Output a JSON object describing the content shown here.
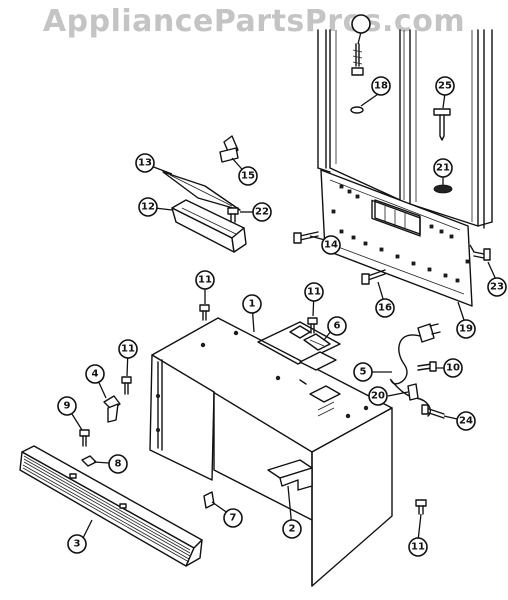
{
  "watermark": "AppliancePartsPros.com",
  "callouts": [
    {
      "id": "c1",
      "label": "1"
    },
    {
      "id": "c2",
      "label": "2"
    },
    {
      "id": "c3",
      "label": "3"
    },
    {
      "id": "c4",
      "label": "4"
    },
    {
      "id": "c5",
      "label": "5"
    },
    {
      "id": "c6",
      "label": "6"
    },
    {
      "id": "c7",
      "label": "7"
    },
    {
      "id": "c8",
      "label": "8"
    },
    {
      "id": "c9",
      "label": "9"
    },
    {
      "id": "c10",
      "label": "10"
    },
    {
      "id": "c11a",
      "label": "11"
    },
    {
      "id": "c11b",
      "label": "11"
    },
    {
      "id": "c11c",
      "label": "11"
    },
    {
      "id": "c11d",
      "label": "11"
    },
    {
      "id": "c12",
      "label": "12"
    },
    {
      "id": "c13",
      "label": "13"
    },
    {
      "id": "c14",
      "label": "14"
    },
    {
      "id": "c15",
      "label": "15"
    },
    {
      "id": "c16",
      "label": "16"
    },
    {
      "id": "c18",
      "label": "18"
    },
    {
      "id": "c19",
      "label": "19"
    },
    {
      "id": "c20",
      "label": "20"
    },
    {
      "id": "c21",
      "label": "21"
    },
    {
      "id": "c22",
      "label": "22"
    },
    {
      "id": "c23",
      "label": "23"
    },
    {
      "id": "c24",
      "label": "24"
    },
    {
      "id": "c25",
      "label": "25"
    }
  ]
}
